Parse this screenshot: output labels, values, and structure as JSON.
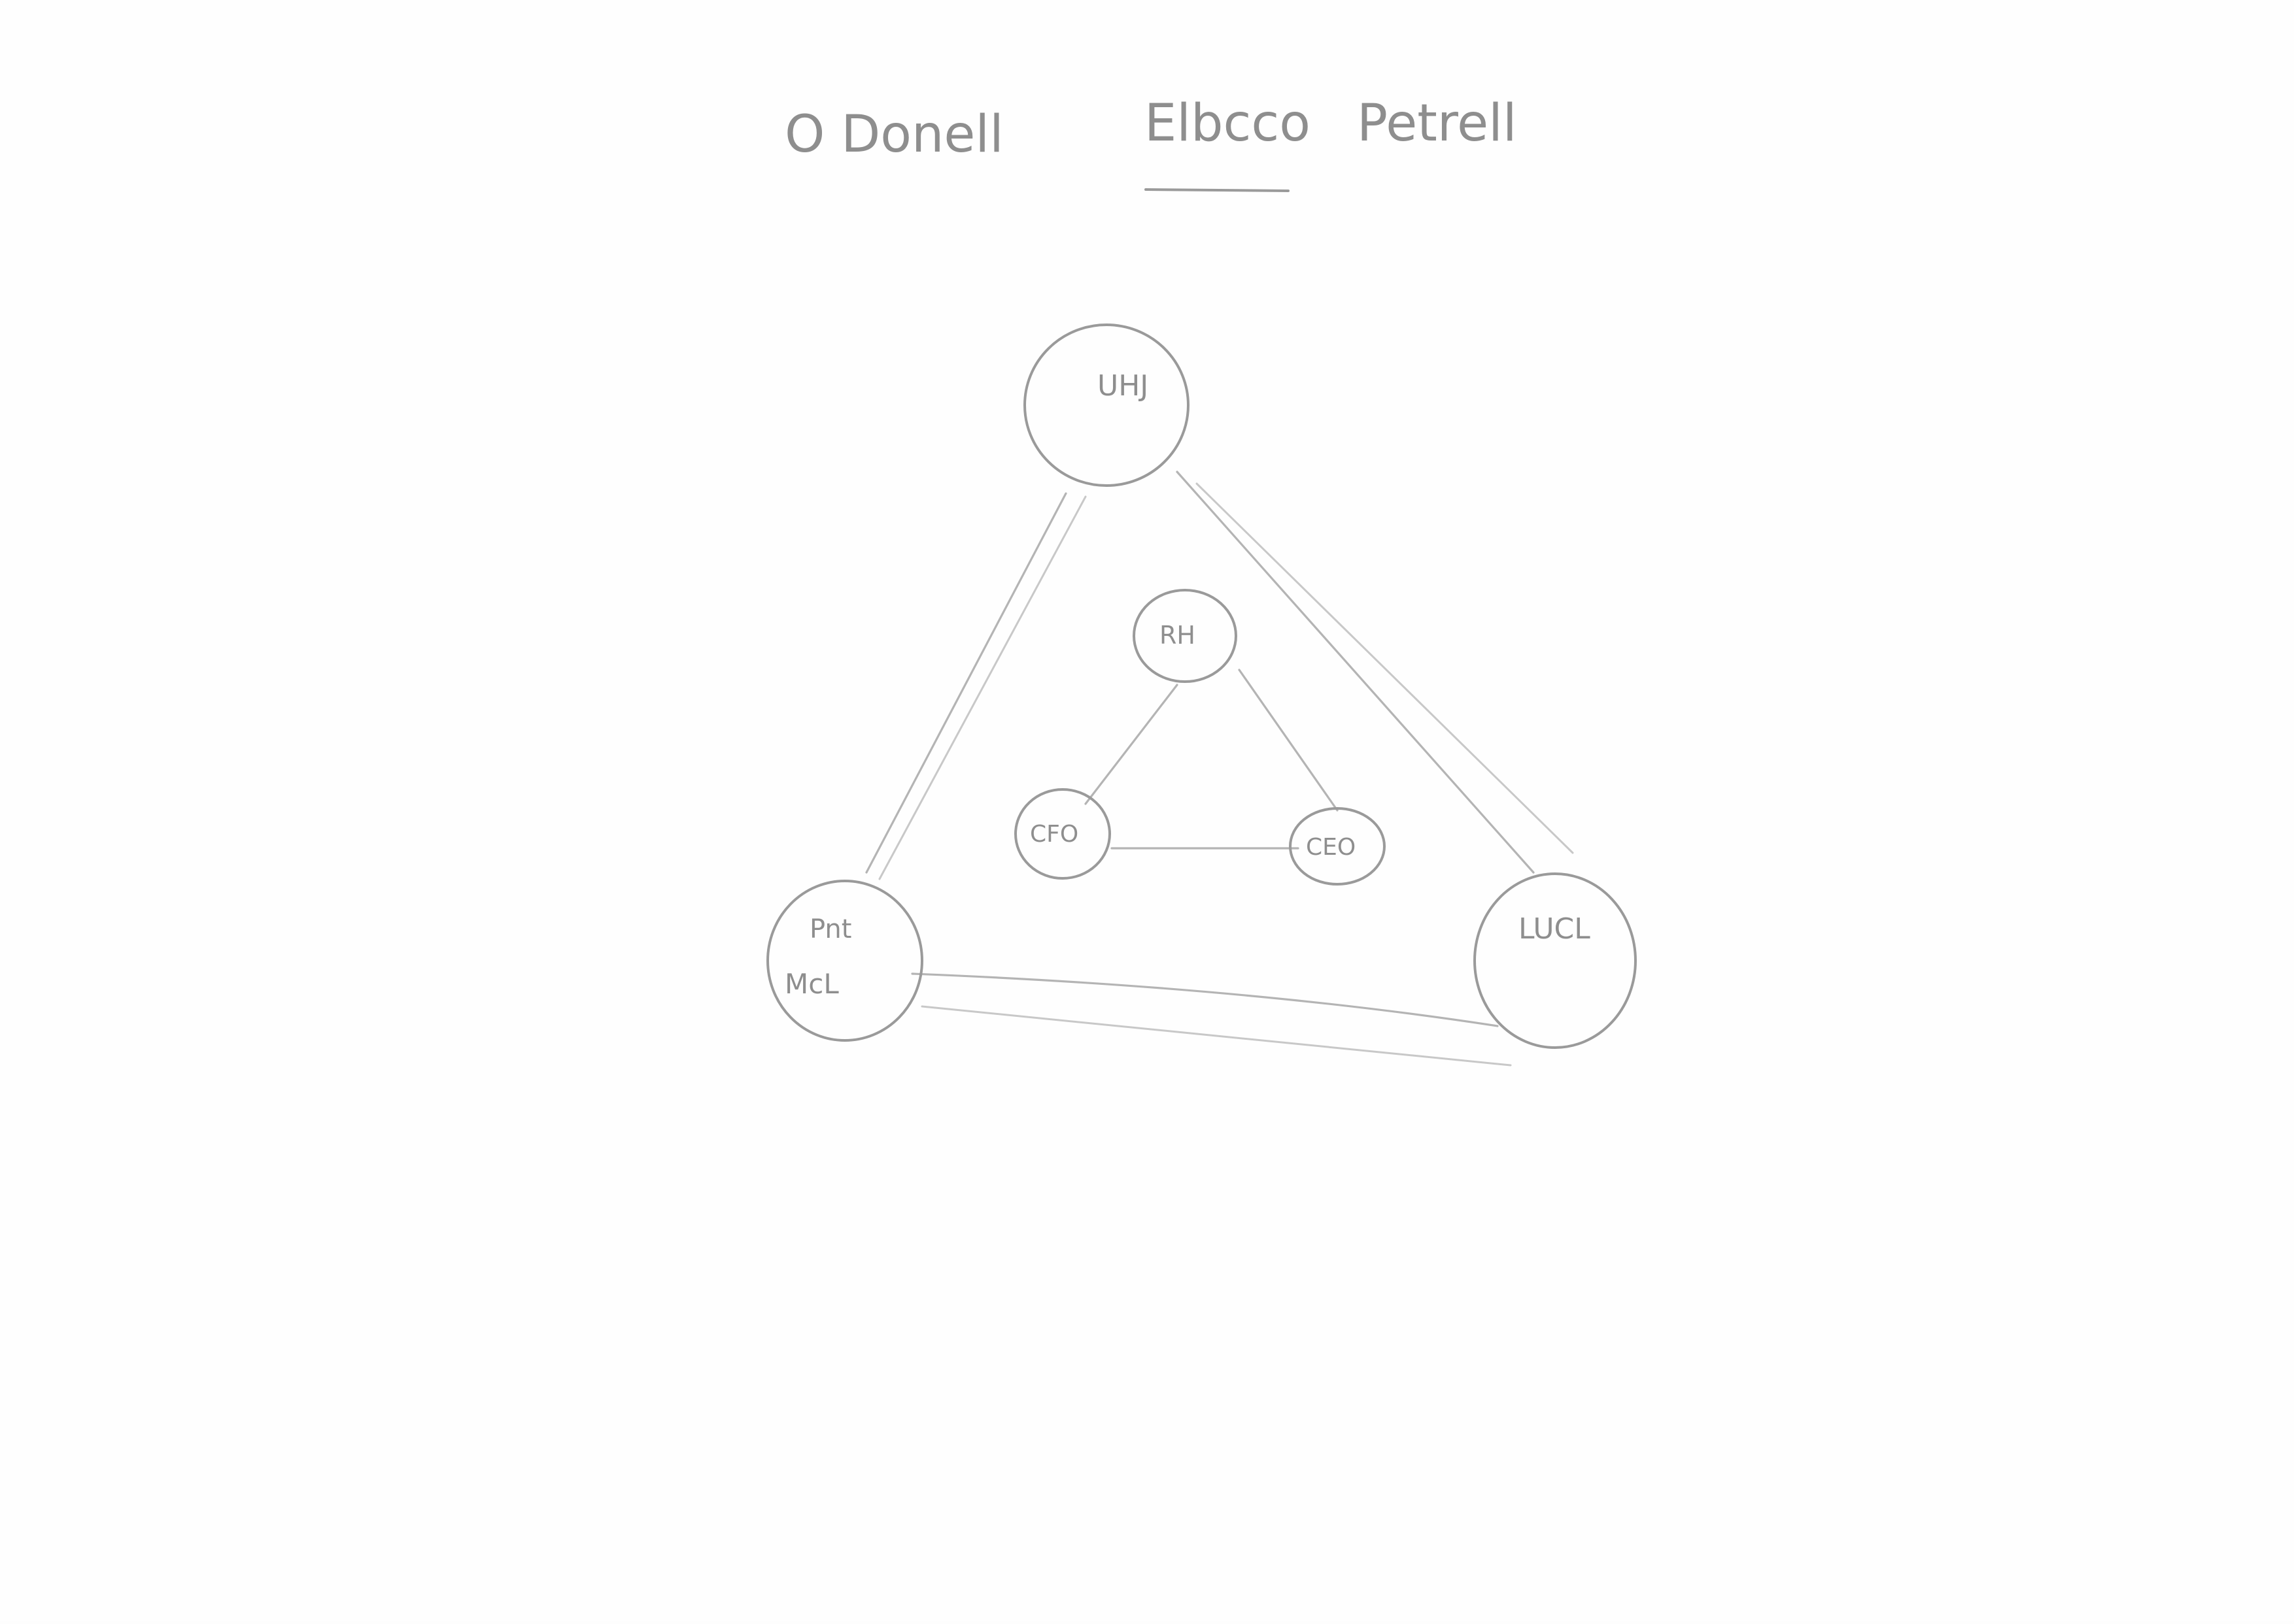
{
  "title": {
    "words": [
      "O Donell",
      "Elbcco",
      "Petrell"
    ],
    "underlined_word_index": 1
  },
  "nodes": [
    {
      "id": "uhj",
      "label": "UHJ"
    },
    {
      "id": "rh",
      "label": "RH"
    },
    {
      "id": "cfo",
      "label": "CFO"
    },
    {
      "id": "ceo",
      "label": "CEO"
    },
    {
      "id": "pmcl",
      "label_line1": "Pnt",
      "label_line2": "McL"
    },
    {
      "id": "lucl",
      "label": "LUCL"
    }
  ],
  "edges": [
    {
      "from": "uhj",
      "to": "pmcl",
      "style": "double"
    },
    {
      "from": "uhj",
      "to": "lucl",
      "style": "double"
    },
    {
      "from": "pmcl",
      "to": "lucl",
      "style": "double"
    },
    {
      "from": "rh",
      "to": "cfo",
      "style": "single"
    },
    {
      "from": "rh",
      "to": "ceo",
      "style": "single"
    },
    {
      "from": "cfo",
      "to": "ceo",
      "style": "single"
    }
  ],
  "colors": {
    "paper": "#fefefe",
    "pencil": "#8e8e8e",
    "pencil_light": "#b4b4b4"
  }
}
